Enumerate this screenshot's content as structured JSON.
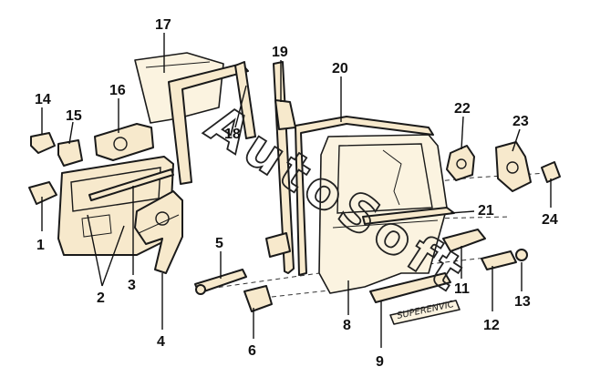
{
  "diagram": {
    "labels": [
      "1",
      "2",
      "3",
      "4",
      "5",
      "6",
      "8",
      "9",
      "11",
      "12",
      "13",
      "14",
      "15",
      "16",
      "17",
      "18",
      "19",
      "20",
      "21",
      "22",
      "23",
      "24"
    ],
    "watermark": "AutoSoft",
    "badge_text": "SUPERENVIC",
    "colors": {
      "line": "#1a1a1a",
      "fill": "#f7e9cc",
      "background": "#ffffff"
    }
  }
}
